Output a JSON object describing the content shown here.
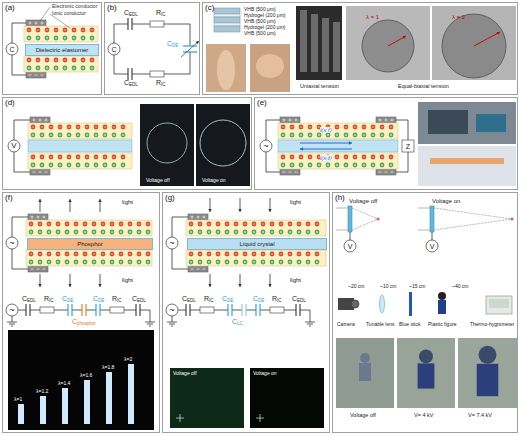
{
  "diagram": {
    "nodes": [
      {
        "text": [
          "(a)"
        ]
      },
      {
        "text": [
          "(b)"
        ]
      },
      {
        "text": [
          "(c)"
        ]
      },
      {
        "text": [
          "(d)"
        ]
      },
      {
        "text": [
          "(e)"
        ]
      },
      {
        "text": [
          "(f)"
        ]
      },
      {
        "text": [
          "(g)"
        ]
      },
      {
        "text": [
          "(h)"
        ]
      },
      {
        "text": [
          "Dielectric elastomer"
        ],
        "in": 0
      },
      {
        "text": [
          "Phosphor"
        ],
        "in": 5
      },
      {
        "text": [
          "Liquid crystal"
        ],
        "in": 6
      }
    ],
    "labels": [
      "Electronic conductor",
      "Ionic conductor",
      "C",
      "C",
      "C",
      "EDL",
      "R",
      "IC",
      "C",
      "DE",
      "C",
      "EDL",
      "R",
      "IC",
      "VHB (500 μm)",
      "Hydrogel (200 μm)",
      "VHB (500 μm)",
      "Hydrogel (200 μm)",
      "VHB (500 μm)",
      "Uniaxial tension",
      "Equal-biaxial tension",
      "λ = 1",
      "λ = 2",
      "V",
      "Voltage off",
      "Voltage on",
      "~",
      "Z",
      "i(x,t)",
      "i(x,t)",
      "light",
      "light",
      "~",
      "~",
      "C",
      "EDL",
      "R",
      "IC",
      "C",
      "DE",
      "C",
      "DE",
      "R",
      "IC",
      "C",
      "EDL",
      "C",
      "phosphor",
      "λ=1",
      "λ=1.2",
      "λ=1.4",
      "λ=1.6",
      "λ=1.8",
      "λ=2",
      "light",
      "light",
      "~",
      "~",
      "C",
      "EDL",
      "R",
      "IC",
      "C",
      "DE",
      "C",
      "DE",
      "R",
      "IC",
      "C",
      "EDL",
      "C",
      "LC",
      "Voltage off",
      "Voltage on",
      "Voltage off",
      "Voltage on",
      "V",
      "V",
      "Camera",
      "Tunable lens",
      "Blue stick",
      "Plastic figure",
      "Thermo-hygrometer",
      "~20 cm",
      "~10 cm",
      "~15 cm",
      "~40 cm",
      "Voltage off",
      "V= 4 kV",
      "V= 7.4 kV"
    ]
  }
}
